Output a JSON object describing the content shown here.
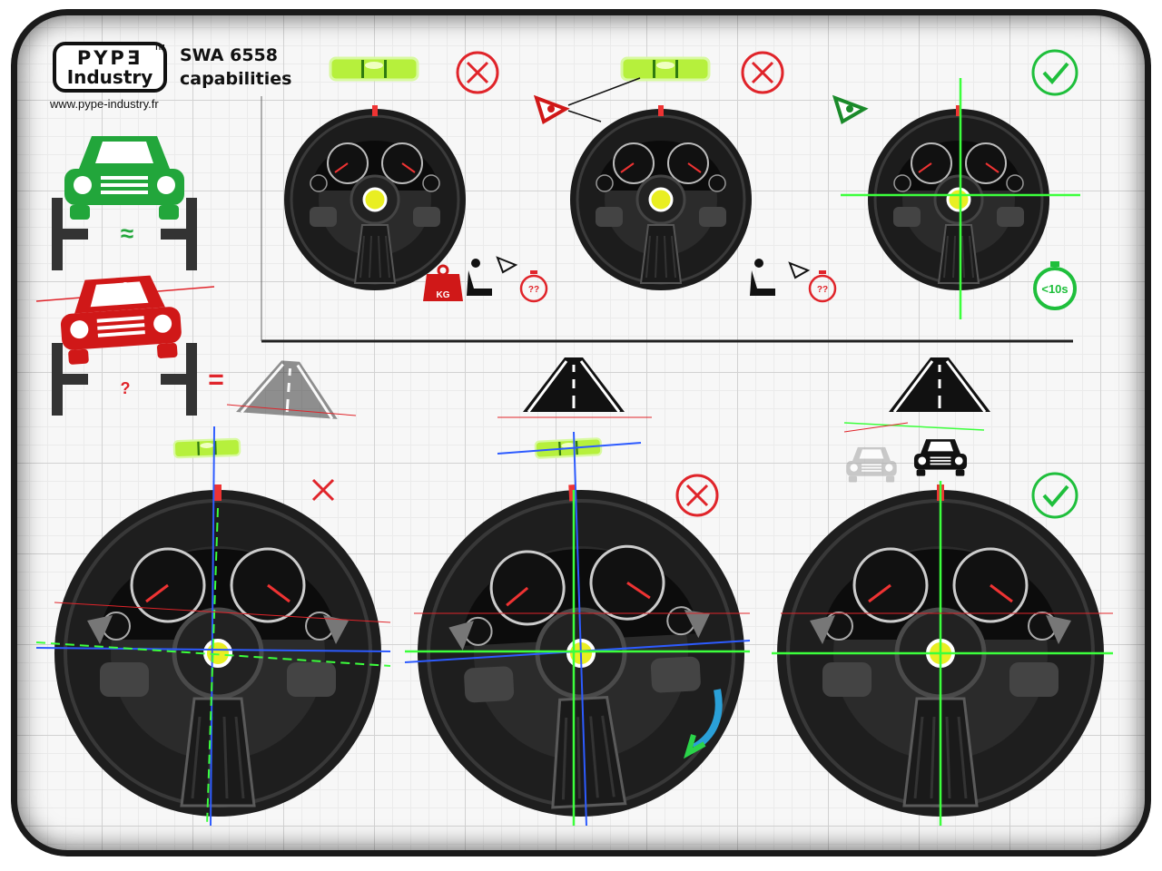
{
  "logo": {
    "line1": "PYPƎ",
    "line2": "Industry",
    "tm": "TM"
  },
  "url": "www.pype-industry.fr",
  "title": {
    "line1": "SWA 6558",
    "line2": "capabilities"
  },
  "symbols": {
    "approx": "≈",
    "equals": "=",
    "question": "?",
    "weight": "KG",
    "unknown_time": "??",
    "fast_time": "<10s"
  },
  "colors": {
    "ok": "#1fbf3c",
    "bad": "#e0242a",
    "laser_green": "#3cff3c",
    "laser_blue": "#2d5bff",
    "bubble": "#b6f03c"
  },
  "top_row": [
    {
      "verdict": "bad",
      "icons": [
        "level-bubble",
        "weight-icon",
        "seat-icon",
        "eye-icon",
        "stopwatch-icon"
      ]
    },
    {
      "verdict": "bad",
      "icons": [
        "level-bubble",
        "eye-icon",
        "seat-icon",
        "stopwatch-icon"
      ]
    },
    {
      "verdict": "ok",
      "icons": [
        "eye-icon",
        "laser-cross",
        "stopwatch-icon"
      ]
    }
  ],
  "bottom_row": [
    {
      "verdict": "bad",
      "icons": [
        "level-bubble",
        "road-icon"
      ]
    },
    {
      "verdict": "bad",
      "icons": [
        "level-bubble",
        "road-icon",
        "rotate-arrow-icon"
      ]
    },
    {
      "verdict": "ok",
      "icons": [
        "road-icon",
        "car-icon",
        "laser-cross"
      ]
    }
  ]
}
